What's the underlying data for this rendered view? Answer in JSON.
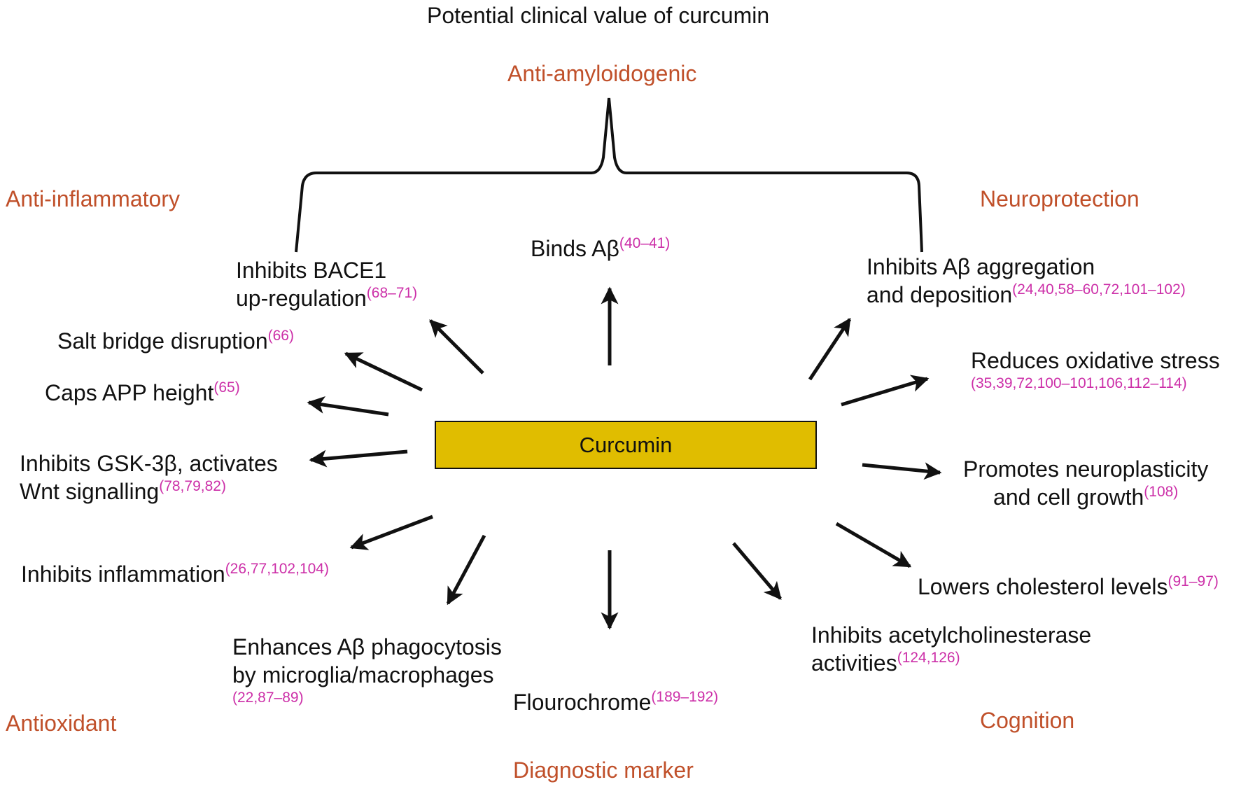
{
  "title": "Potential clinical value of curcumin",
  "center_label": "Curcumin",
  "categories": {
    "anti_amyloidogenic": "Anti-amyloidogenic",
    "anti_inflammatory": "Anti-inflammatory",
    "neuroprotection": "Neuroprotection",
    "antioxidant": "Antioxidant",
    "diagnostic_marker": "Diagnostic marker",
    "cognition": "Cognition"
  },
  "effects": {
    "binds_abeta": {
      "text": "Binds Aβ",
      "ref": "(40–41)"
    },
    "inhibits_bace1": {
      "line1": "Inhibits BACE1",
      "line2": "up-regulation",
      "ref": "(68–71)"
    },
    "salt_bridge": {
      "text": "Salt bridge disruption",
      "ref": "(66)"
    },
    "caps_app": {
      "text": "Caps APP height",
      "ref": "(65)"
    },
    "gsk3b": {
      "line1": "Inhibits GSK-3β, activates",
      "line2": "Wnt signalling",
      "ref": "(78,79,82)"
    },
    "inflammation": {
      "text": "Inhibits inflammation",
      "ref": "(26,77,102,104)"
    },
    "phagocytosis": {
      "line1": "Enhances Aβ phagocytosis",
      "line2": "by microglia/macrophages",
      "ref": "(22,87–89)"
    },
    "flourochrome": {
      "text": "Flourochrome",
      "ref": "(189–192)"
    },
    "acetylcholinesterase": {
      "line1": "Inhibits acetylcholinesterase",
      "line2": "activities",
      "ref": "(124,126)"
    },
    "cholesterol": {
      "text": "Lowers cholesterol levels",
      "ref": "(91–97)"
    },
    "neuroplasticity": {
      "line1": "Promotes neuroplasticity",
      "line2": "and cell growth",
      "ref": "(108)"
    },
    "oxidative_stress": {
      "text": "Reduces oxidative stress",
      "ref": "(35,39,72,100–101,106,112–114)"
    },
    "abeta_aggregation": {
      "line1": "Inhibits Aβ aggregation",
      "line2": "and deposition",
      "ref": "(24,40,58–60,72,101–102)"
    }
  },
  "colors": {
    "center_fill": "#e0bd00",
    "category_text": "#c0502a",
    "reference_text": "#cc2fa8",
    "line": "#111111"
  }
}
